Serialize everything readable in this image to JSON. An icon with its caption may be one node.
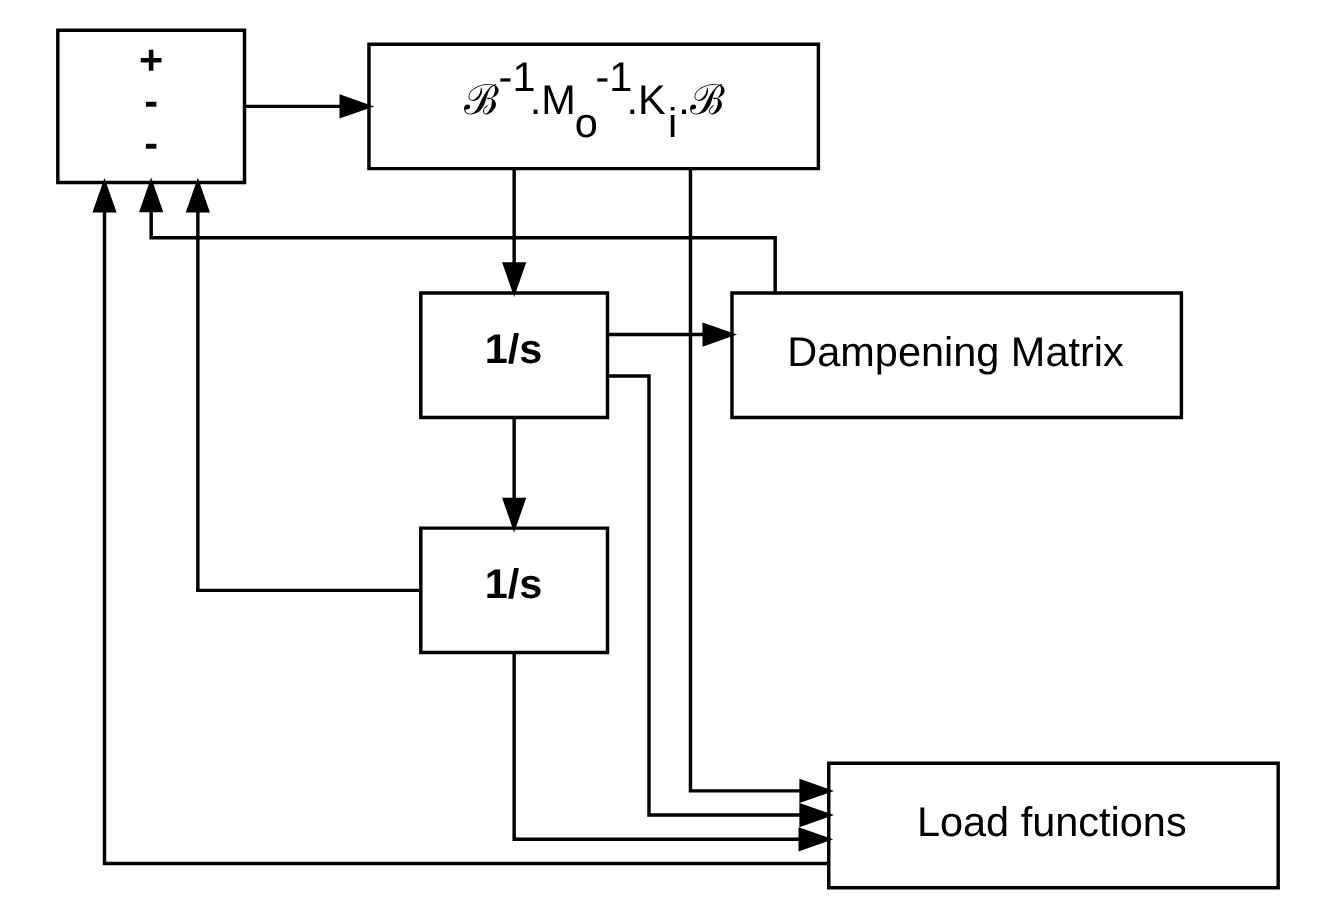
{
  "diagram": {
    "nodes": [
      {
        "text": [
          "+",
          "-",
          "-"
        ]
      },
      {
        "text": [
          "ℬ$^{-1}$.M$_{o}$$^{-1}$.K$_{i}$.ℬ"
        ]
      },
      {
        "text": [
          "1/s"
        ]
      },
      {
        "text": [
          "Dampening Matrix"
        ]
      },
      {
        "text": [
          "1/s"
        ]
      },
      {
        "text": [
          "Load functions"
        ]
      }
    ],
    "edges": [
      {
        "from": 0,
        "to": 1,
        "arrow": "to"
      },
      {
        "from": 1,
        "to": 2,
        "arrow": "to"
      },
      {
        "from": 1,
        "to": 5,
        "arrow": "to"
      },
      {
        "from": 2,
        "to": 3,
        "arrow": "to"
      },
      {
        "from": 2,
        "to": 4,
        "arrow": "to"
      },
      {
        "from": 2,
        "to": 5,
        "arrow": "to"
      },
      {
        "from": 3,
        "to": 0,
        "arrow": "to"
      },
      {
        "from": 4,
        "to": 0,
        "arrow": "to"
      },
      {
        "from": 4,
        "to": 5,
        "arrow": "to"
      },
      {
        "from": 5,
        "to": 0,
        "arrow": "to"
      }
    ]
  }
}
